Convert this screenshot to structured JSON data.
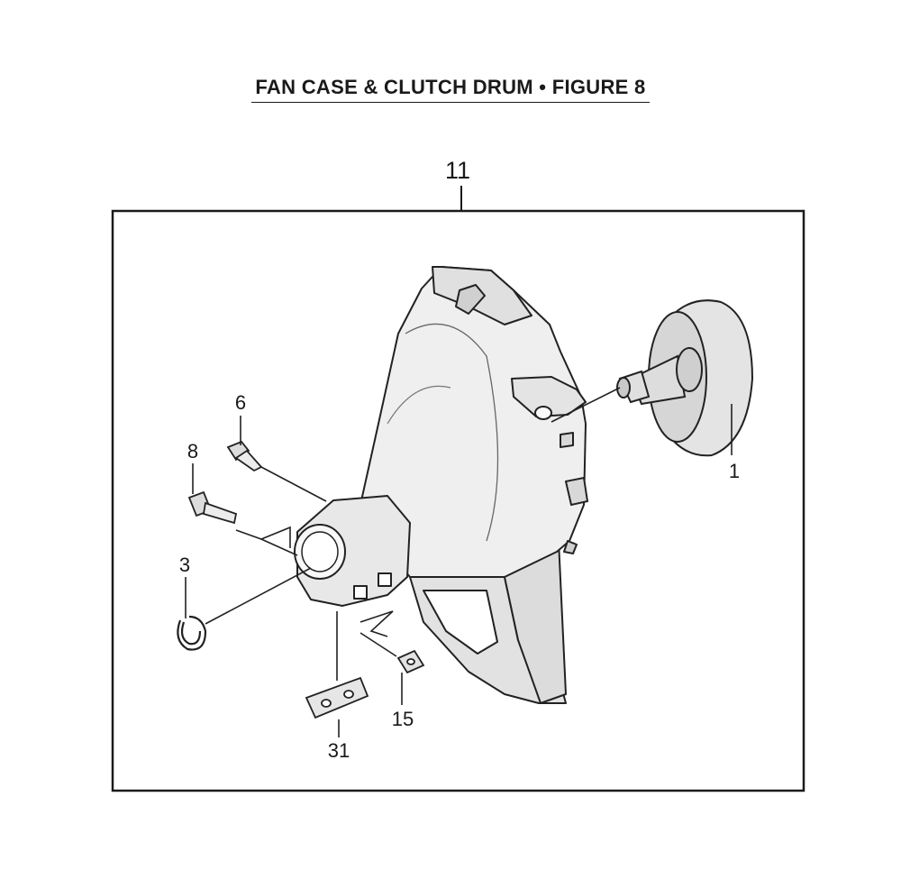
{
  "figure": {
    "title": "FAN CASE & CLUTCH DRUM  •  FIGURE 8"
  },
  "callouts": {
    "assembly": "11",
    "clutch_drum": "1",
    "bolt_6": "6",
    "bolt_8": "8",
    "snap_ring": "3",
    "plate": "31",
    "nut": "15"
  }
}
